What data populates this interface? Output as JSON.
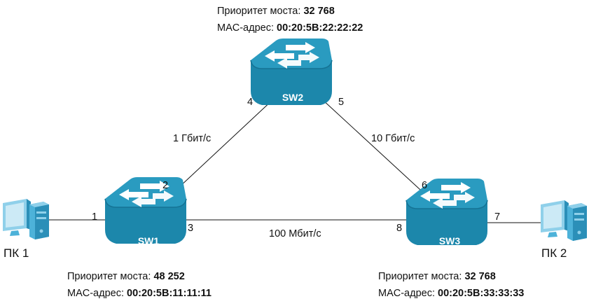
{
  "switches": [
    {
      "id": "sw2",
      "name": "SW2",
      "priority_label": "Приоритет моста:",
      "priority": "32 768",
      "mac_label": "MAC-адрес:",
      "mac": "00:20:5B:22:22:22"
    },
    {
      "id": "sw1",
      "name": "SW1",
      "priority_label": "Приоритет моста:",
      "priority": "48 252",
      "mac_label": "MAC-адрес:",
      "mac": "00:20:5B:11:11:11"
    },
    {
      "id": "sw3",
      "name": "SW3",
      "priority_label": "Приоритет моста:",
      "priority": "32 768",
      "mac_label": "MAC-адрес:",
      "mac": "00:20:5B:33:33:33"
    }
  ],
  "pcs": [
    {
      "id": "pc1",
      "name": "ПК 1"
    },
    {
      "id": "pc2",
      "name": "ПК 2"
    }
  ],
  "links": [
    {
      "id": "sw1-sw2",
      "speed": "1 Гбит/с",
      "ports": [
        "2",
        "4"
      ]
    },
    {
      "id": "sw2-sw3",
      "speed": "10 Гбит/с",
      "ports": [
        "5",
        "6"
      ]
    },
    {
      "id": "sw1-sw3",
      "speed": "100 Мбит/с",
      "ports": [
        "3",
        "8"
      ]
    },
    {
      "id": "pc1-sw1",
      "speed": "",
      "ports": [
        "1"
      ]
    },
    {
      "id": "sw3-pc2",
      "speed": "",
      "ports": [
        "7"
      ]
    }
  ],
  "colors": {
    "switch_top": "#2a9bc0",
    "switch_side": "#1c87ab",
    "switch_dark": "#157394",
    "pc_light": "#8fd0ea",
    "pc_mid": "#4db2d9",
    "pc_dark": "#2b8fb8",
    "line": "#111111"
  }
}
